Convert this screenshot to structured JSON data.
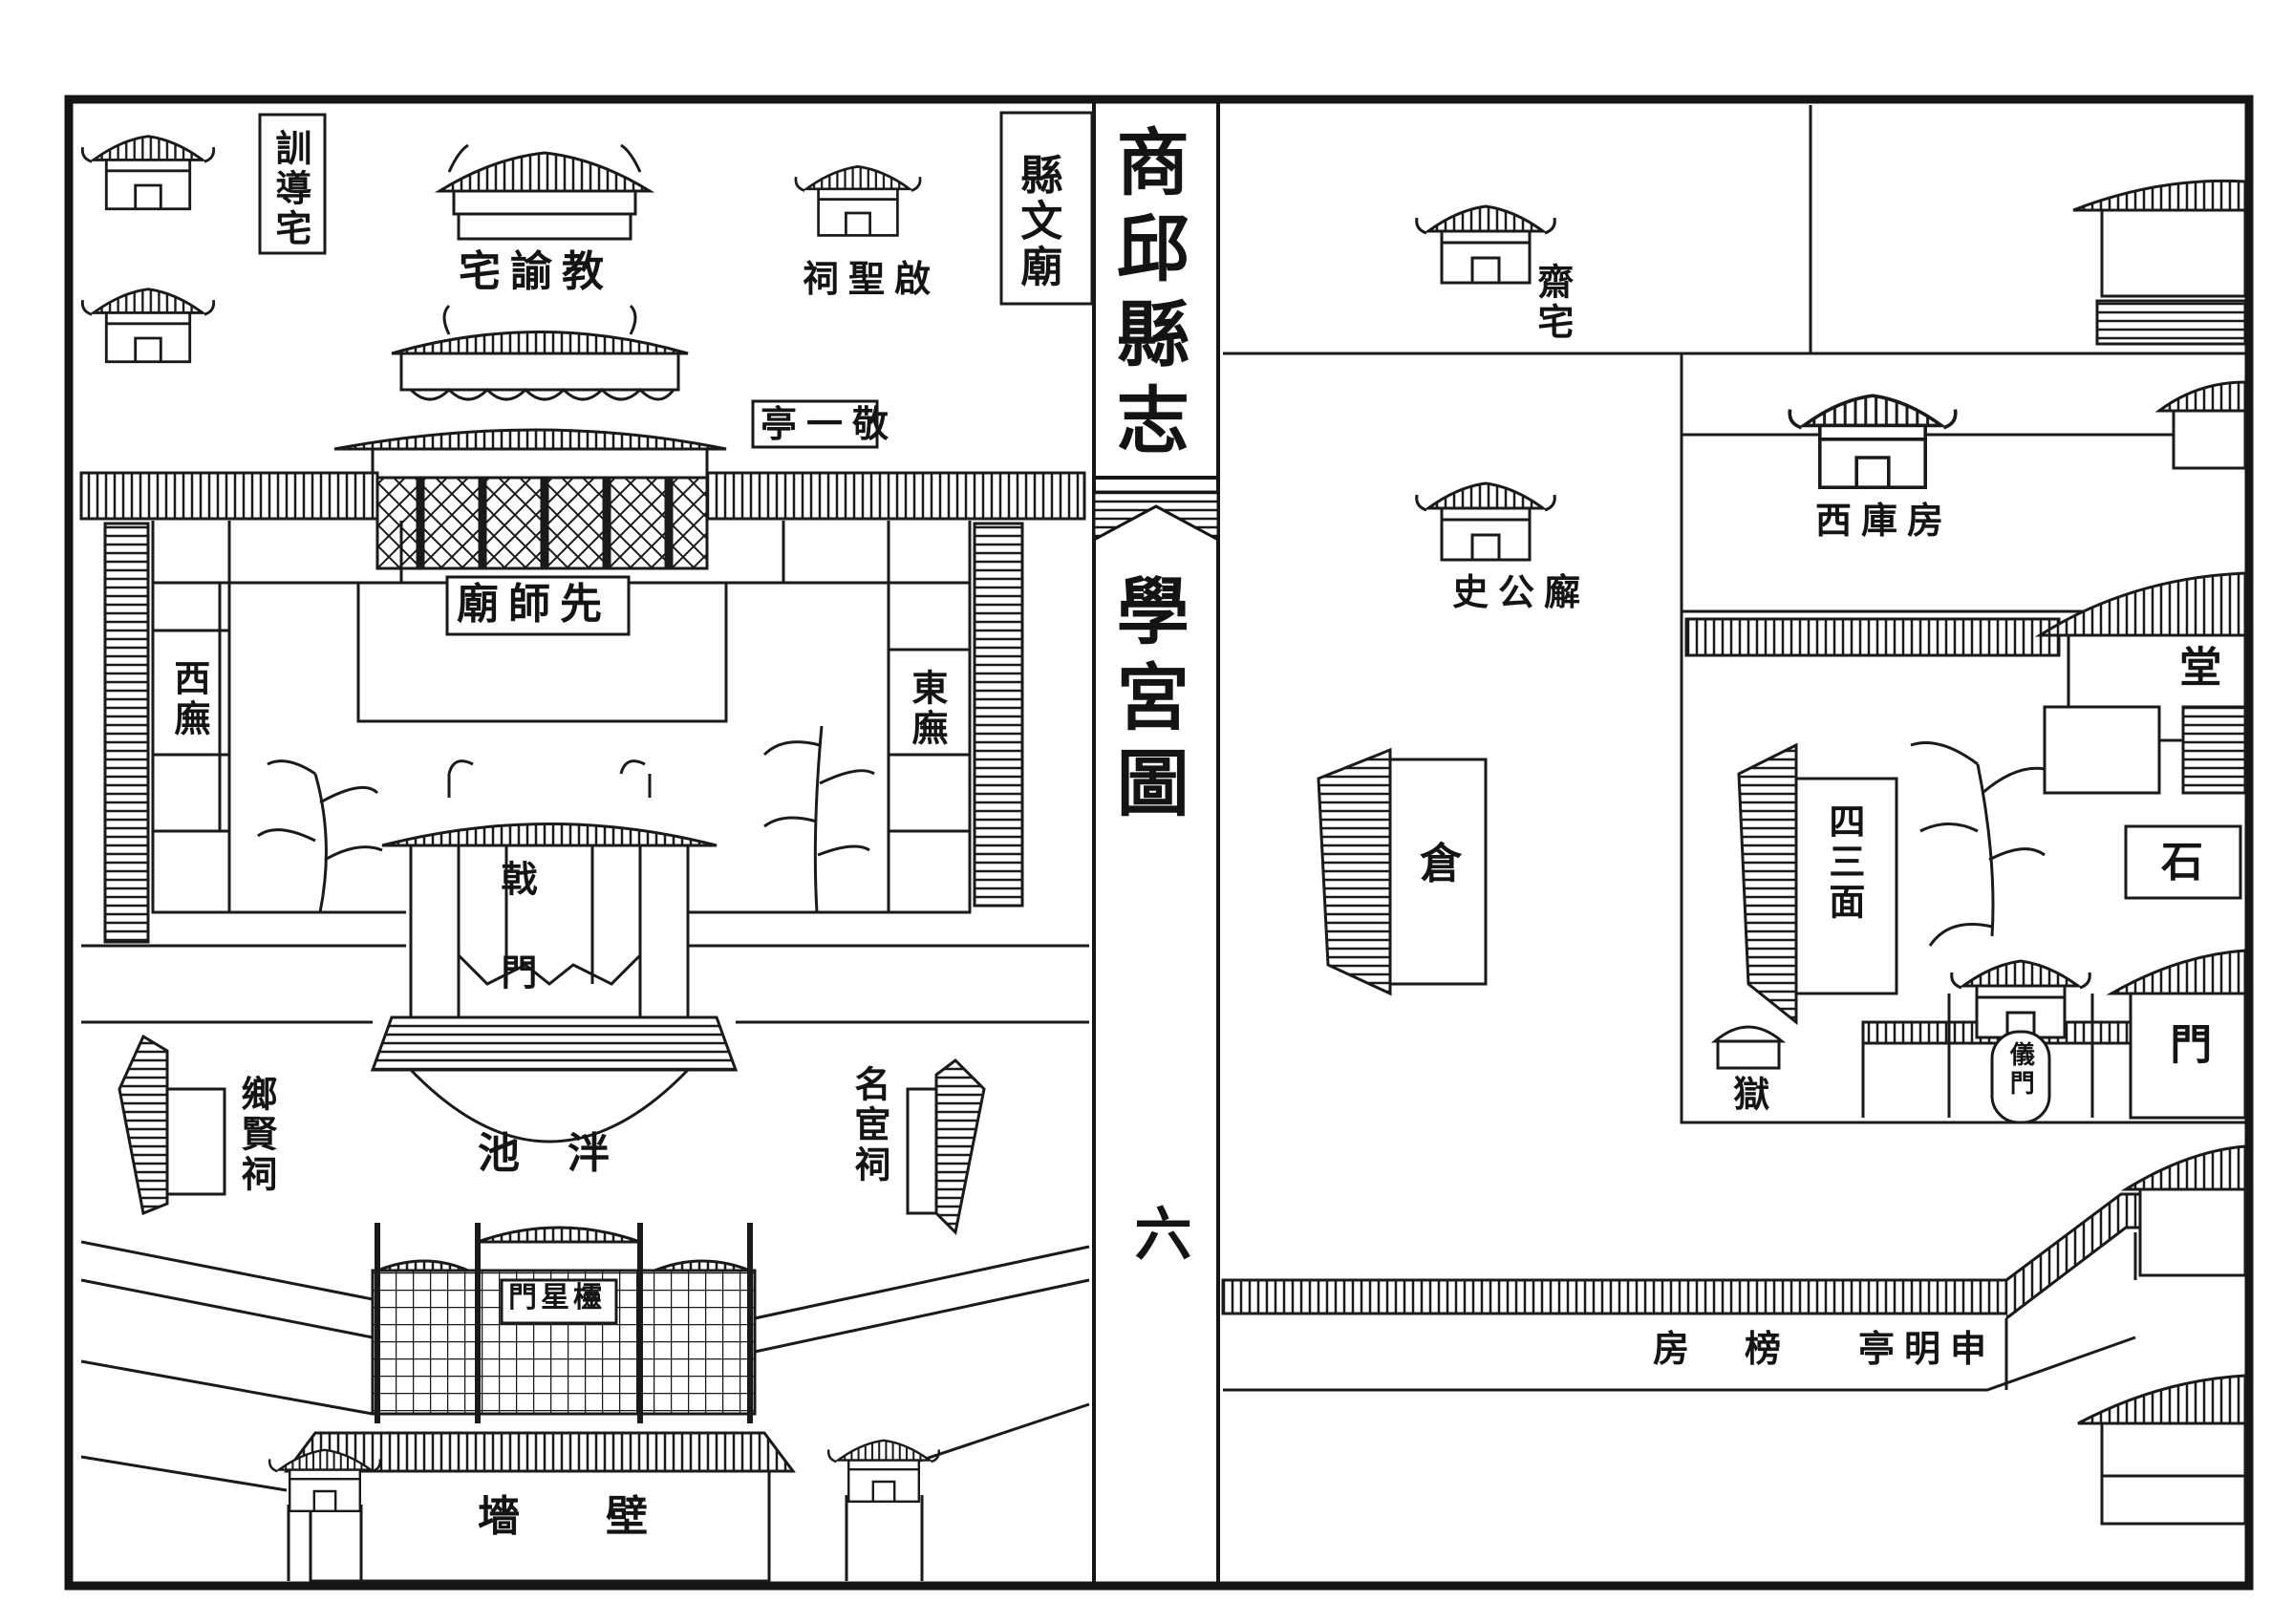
{
  "colors": {
    "ink": "#151515",
    "paper": "#ffffff"
  },
  "banner": {
    "title": "商邱縣志",
    "subtitle": "學宮圖",
    "page_number": "六"
  },
  "labels": {
    "xundao_zhai": "訓導宅",
    "xian_wenmiao": "縣文廟",
    "jiaoyu_zhai": "宅諭教",
    "qisheng_ci": "祠聖啟",
    "jingyi_ting": "亭一敬",
    "xianshi_miao": "廟師先",
    "xi_wu": "西廡",
    "dong_wu": "東廡",
    "jimen": "戟門",
    "pan_chi": "池泮",
    "xiangxian_ci": "鄉賢祠",
    "minghuan_ci": "名宦祠",
    "lingxing_men": "門星欞",
    "bi_qiang": "墻壁",
    "zhai_right": "齋宅",
    "shigong_xie": "史公廨",
    "ku_fang": "西庫房",
    "tang": "堂",
    "cang": "倉",
    "simian": "四三面",
    "shi": "石",
    "men": "門",
    "yu": "獄",
    "yimen": "儀門",
    "bang_fang": "房　榜",
    "shenming_ting": "亭明申"
  }
}
